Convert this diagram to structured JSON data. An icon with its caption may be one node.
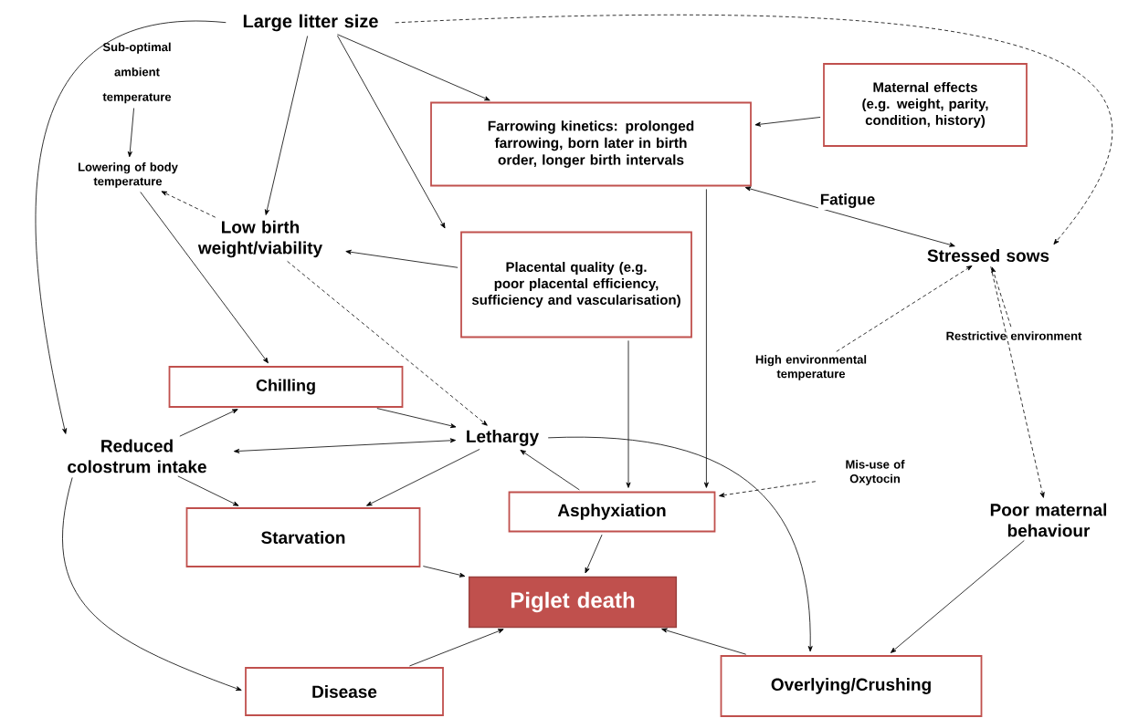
{
  "diagram": {
    "nodes": [
      {
        "text": [
          "Large litter size"
        ]
      },
      {
        "text": [
          "Sub-optimal ambient temperature"
        ]
      },
      {
        "text": [
          "Lowering of body temperature"
        ]
      },
      {
        "text": [
          "Maternal effects (e.g. weight, parity, condition, history)"
        ]
      },
      {
        "text": [
          "Farrowing kinetics: prolonged farrowing, born later in birth order, longer birth intervals"
        ]
      },
      {
        "text": [
          "Low birth weight/viability"
        ]
      },
      {
        "text": [
          "Stressed sows"
        ]
      },
      {
        "text": [
          "Placental quality (e.g. poor placental efficiency, sufficiency and vascularisation)"
        ]
      },
      {
        "text": [
          "High environmental temperature"
        ]
      },
      {
        "text": [
          "Restrictive environment"
        ]
      },
      {
        "text": [
          "Chilling"
        ]
      },
      {
        "text": [
          "Reduced colostrum intake"
        ]
      },
      {
        "text": [
          "Lethargy"
        ]
      },
      {
        "text": [
          "Mis-use of Oxytocin"
        ]
      },
      {
        "text": [
          "Asphyxiation"
        ]
      },
      {
        "text": [
          "Starvation"
        ]
      },
      {
        "text": [
          "Poor maternal behaviour"
        ]
      },
      {
        "text": [
          "Piglet death"
        ]
      },
      {
        "text": [
          "Disease"
        ]
      },
      {
        "text": [
          "Overlying/Crushing"
        ]
      }
    ],
    "edges": [
      {
        "from": 0,
        "to": 4,
        "arrow": "to"
      },
      {
        "from": 0,
        "to": 5,
        "arrow": "to"
      },
      {
        "from": 0,
        "to": 7,
        "arrow": "to"
      },
      {
        "from": 0,
        "to": 11,
        "arrow": "to"
      },
      {
        "from": 0,
        "to": 6,
        "arrow": "to",
        "style": "dashed"
      },
      {
        "from": 1,
        "to": 2,
        "arrow": "to"
      },
      {
        "from": 5,
        "to": 2,
        "arrow": "to",
        "style": "dashed"
      },
      {
        "from": 2,
        "to": 10,
        "arrow": "to"
      },
      {
        "from": 7,
        "to": 5,
        "arrow": "to"
      },
      {
        "from": 3,
        "to": 4,
        "arrow": "to"
      },
      {
        "from": 4,
        "to": 6,
        "arrow": "both",
        "label": "Fatigue"
      },
      {
        "from": 8,
        "to": 6,
        "arrow": "to",
        "style": "dashed"
      },
      {
        "from": 9,
        "to": 6,
        "arrow": "to",
        "style": "dashed"
      },
      {
        "from": 6,
        "to": 16,
        "arrow": "to",
        "style": "dashed"
      },
      {
        "from": 4,
        "to": 14,
        "arrow": "to"
      },
      {
        "from": 7,
        "to": 14,
        "arrow": "to"
      },
      {
        "from": 5,
        "to": 12,
        "arrow": "to",
        "style": "dashed"
      },
      {
        "from": 10,
        "to": 12,
        "arrow": "to"
      },
      {
        "from": 11,
        "to": 10,
        "arrow": "to"
      },
      {
        "from": 11,
        "to": 12,
        "arrow": "both"
      },
      {
        "from": 12,
        "to": 15,
        "arrow": "to"
      },
      {
        "from": 14,
        "to": 12,
        "arrow": "to"
      },
      {
        "from": 12,
        "to": 19,
        "arrow": "to"
      },
      {
        "from": 13,
        "to": 14,
        "arrow": "to",
        "style": "dashed"
      },
      {
        "from": 11,
        "to": 15,
        "arrow": "to"
      },
      {
        "from": 11,
        "to": 18,
        "arrow": "to"
      },
      {
        "from": 15,
        "to": 17,
        "arrow": "to"
      },
      {
        "from": 14,
        "to": 17,
        "arrow": "to"
      },
      {
        "from": 18,
        "to": 17,
        "arrow": "to"
      },
      {
        "from": 19,
        "to": 17,
        "arrow": "to"
      },
      {
        "from": 16,
        "to": 19,
        "arrow": "to"
      }
    ]
  }
}
